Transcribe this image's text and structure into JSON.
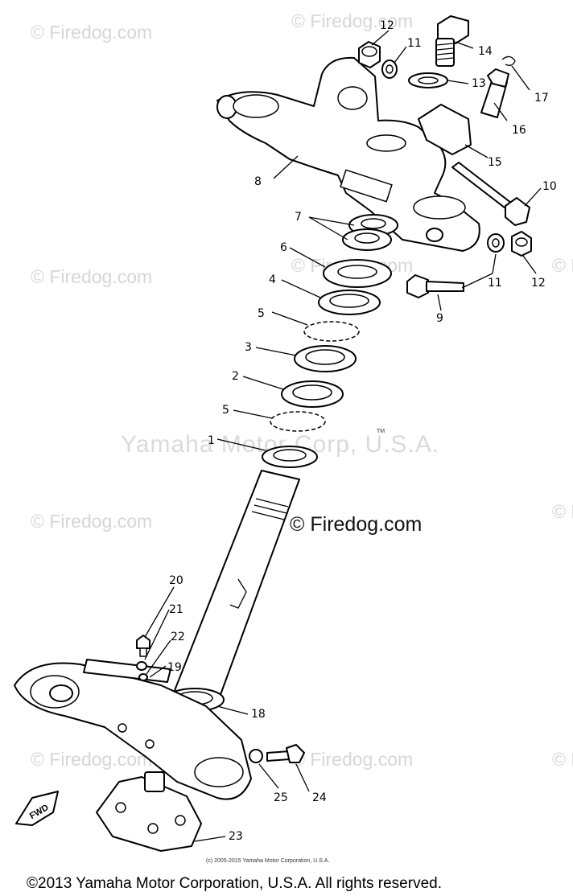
{
  "watermarks": {
    "firedog": "© Firedog.com",
    "center_firedog": "© Firedog.com",
    "yamaha": "Yamaha Motor Corp, U.S.A.",
    "tm": "TM"
  },
  "callouts": {
    "p1": "1",
    "p2": "2",
    "p3": "3",
    "p4": "4",
    "p5a": "5",
    "p5b": "5",
    "p6": "6",
    "p7": "7",
    "p8": "8",
    "p9": "9",
    "p10": "10",
    "p11a": "11",
    "p11b": "11",
    "p12a": "12",
    "p12b": "12",
    "p13": "13",
    "p14": "14",
    "p15": "15",
    "p16": "16",
    "p17": "17",
    "p18": "18",
    "p19": "19",
    "p20": "20",
    "p21": "21",
    "p22": "22",
    "p23": "23",
    "p24": "24",
    "p25": "25"
  },
  "fwd_label": "FWD",
  "small_copyright": "(c) 2005-2015 Yamaha Motor Corporation, U.S.A.",
  "footer_copyright": "©2013 Yamaha Motor Corporation, U.S.A. All rights reserved."
}
